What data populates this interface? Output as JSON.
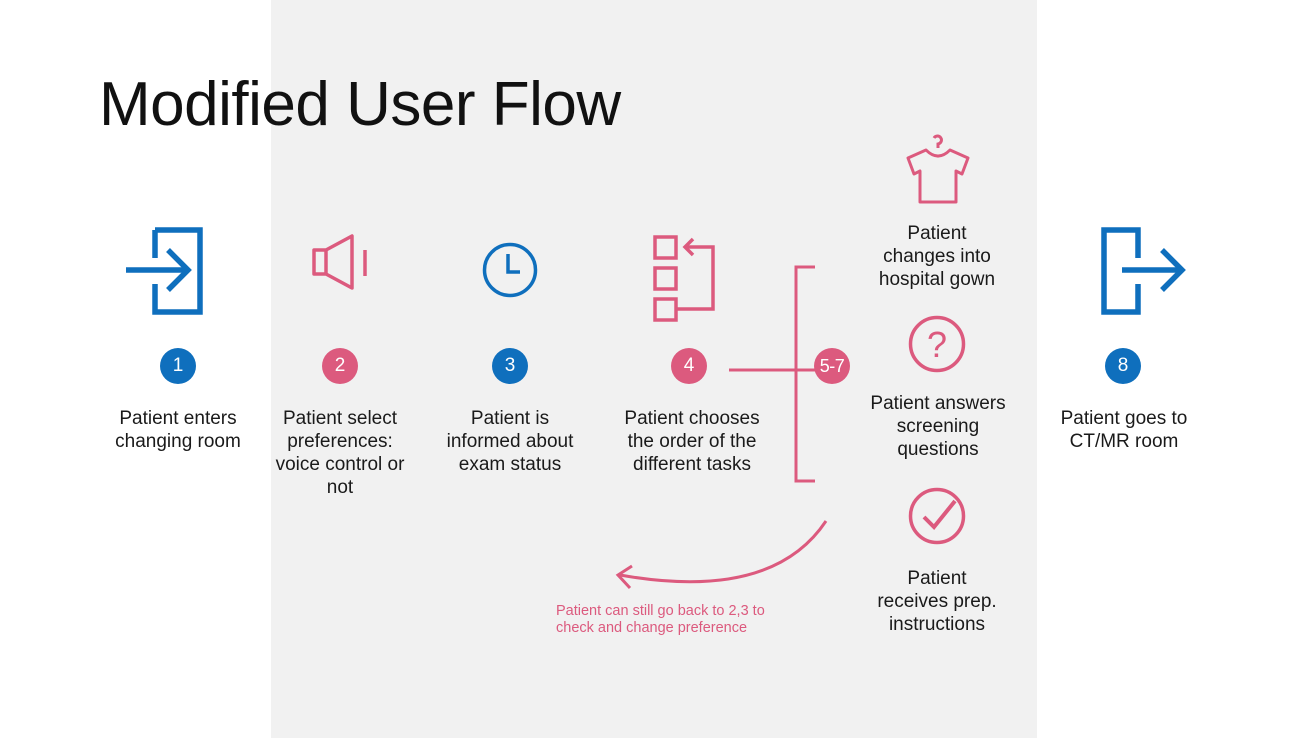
{
  "title": "Modified User Flow",
  "colors": {
    "blue": "#0f6fbd",
    "pink": "#dc5a7e",
    "panel": "#f1f1f1"
  },
  "steps": [
    {
      "badge": "1",
      "label": "Patient enters changing room",
      "icon": "enter-door-icon",
      "color": "blue"
    },
    {
      "badge": "2",
      "label": "Patient select preferences: voice control or not",
      "icon": "speaker-icon",
      "color": "pink"
    },
    {
      "badge": "3",
      "label": "Patient is informed about exam status",
      "icon": "clock-icon",
      "color": "blue"
    },
    {
      "badge": "4",
      "label": "Patient chooses the order of the different tasks",
      "icon": "task-list-icon",
      "color": "pink"
    },
    {
      "badge": "5-7",
      "color": "pink"
    },
    {
      "badge": "8",
      "label": "Patient goes to CT/MR room",
      "icon": "exit-door-icon",
      "color": "blue"
    }
  ],
  "subtasks": [
    {
      "label": "Patient changes into hospital gown",
      "icon": "shirt-hanger-icon"
    },
    {
      "label": "Patient answers screening questions",
      "icon": "question-icon"
    },
    {
      "label": "Patient receives prep. instructions",
      "icon": "checkmark-icon"
    }
  ],
  "note": "Patient can still go back to 2,3 to check and change preference"
}
